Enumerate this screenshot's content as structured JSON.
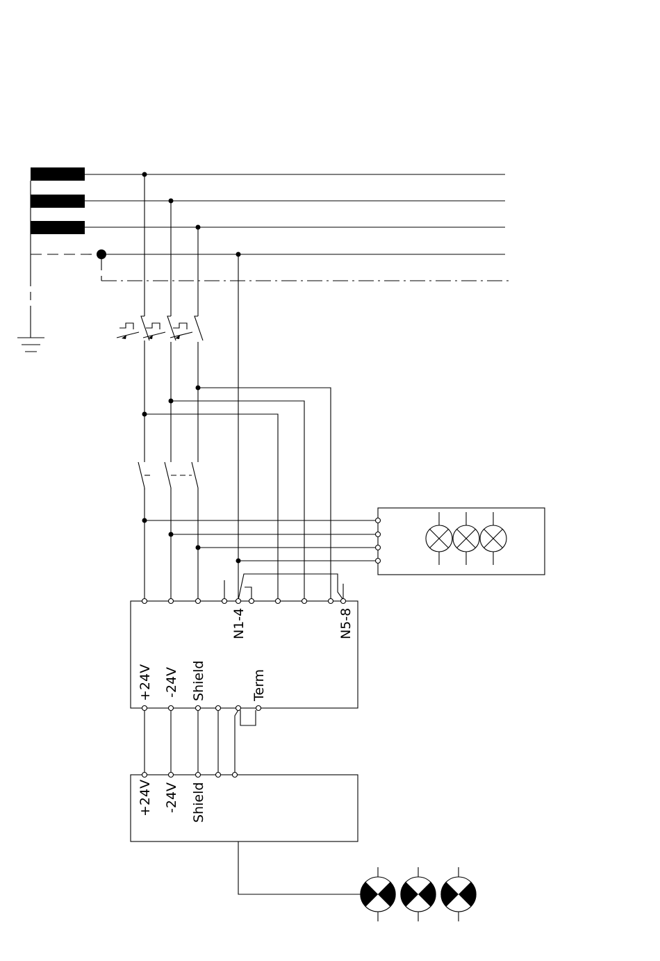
{
  "module1": {
    "top_labels": [
      "N1-4",
      "N5-8"
    ],
    "bottom_labels": [
      "+24V",
      "-24V",
      "Shield",
      "Term"
    ]
  },
  "module2": {
    "labels": [
      "+24V",
      "-24V",
      "Shield"
    ]
  }
}
